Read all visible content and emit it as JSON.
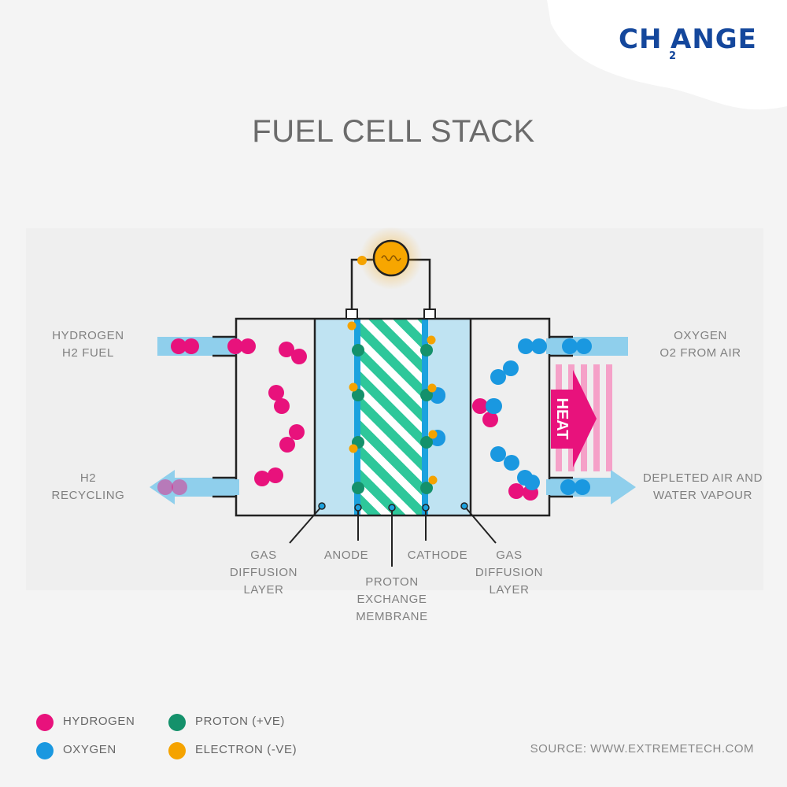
{
  "title": "FUEL CELL STACK",
  "logo": {
    "text_left": "CH",
    "text_right": "ANGE",
    "subscript": "2",
    "color": "#14479c"
  },
  "labels": {
    "hydrogen_in": [
      "HYDROGEN",
      "H2 FUEL"
    ],
    "h2_recycling": [
      "H2",
      "RECYCLING"
    ],
    "oxygen_in": [
      "OXYGEN",
      "O2 FROM AIR"
    ],
    "depleted": [
      "DEPLETED AIR AND",
      "WATER VAPOUR"
    ],
    "gas_diffusion_left": [
      "GAS",
      "DIFFUSION",
      "LAYER"
    ],
    "anode": "ANODE",
    "membrane": [
      "PROTON",
      "EXCHANGE",
      "MEMBRANE"
    ],
    "cathode": "CATHODE",
    "gas_diffusion_right": [
      "GAS",
      "DIFFUSION",
      "LAYER"
    ],
    "heat": "HEAT"
  },
  "legend": [
    {
      "label": "HYDROGEN",
      "color": "#e8127c"
    },
    {
      "label": "PROTON (+VE)",
      "color": "#14916b"
    },
    {
      "label": "OXYGEN",
      "color": "#1a98e0"
    },
    {
      "label": "ELECTRON (-VE)",
      "color": "#f5a300"
    }
  ],
  "source": "SOURCE: WWW.EXTREMETECH.COM",
  "colors": {
    "hydrogen": "#e8127c",
    "oxygen": "#1a98e0",
    "proton": "#14916b",
    "electron": "#f5a300",
    "arrow": "#8fcfec",
    "diffusion_layer": "#bfe3f2",
    "electrode": "#1ba2de",
    "membrane": "#2ec79a",
    "heat": "#f5a1c8",
    "heat_arrow": "#e8127c",
    "outline": "#222222"
  }
}
